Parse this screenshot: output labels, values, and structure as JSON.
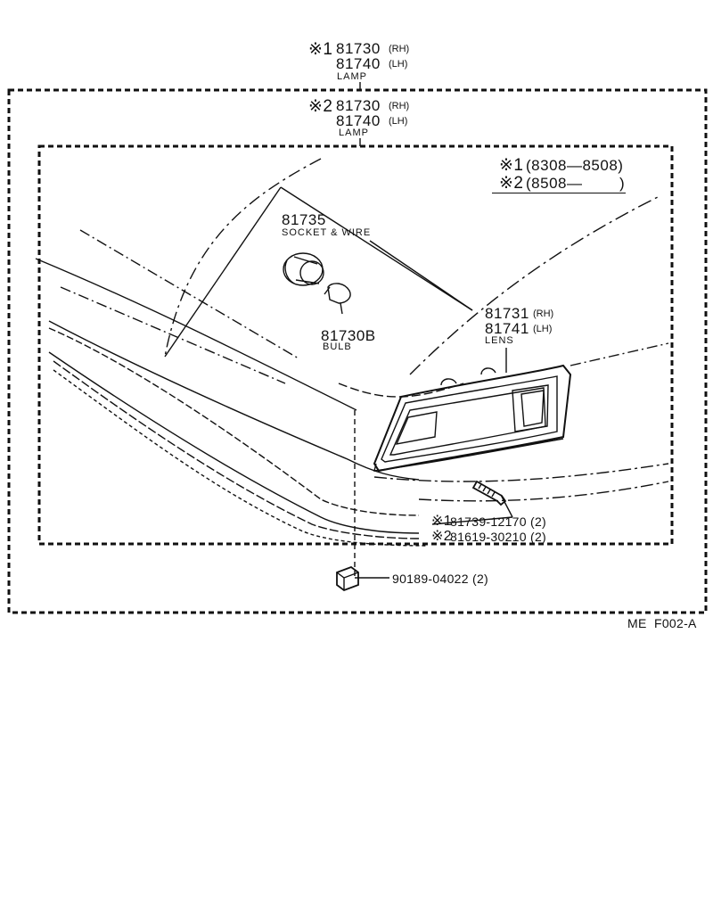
{
  "header": {
    "mark1": "※1",
    "mark2": "※2",
    "lamp_rh_num": "81730",
    "lamp_rh_side": "(RH)",
    "lamp_lh_num": "81740",
    "lamp_lh_side": "(LH)",
    "lamp_name": "LAMP"
  },
  "legend": {
    "row1_mark": "※1",
    "row1_range": "(8308—8508)",
    "row2_mark": "※2",
    "row2_range": "(8508—",
    "row2_close": ")"
  },
  "parts": {
    "socket_num": "81735",
    "socket_name": "SOCKET & WIRE",
    "bulb_num": "81730B",
    "bulb_name": "BULB",
    "lens_rh_num": "81731",
    "lens_rh_side": "(RH)",
    "lens_lh_num": "81741",
    "lens_lh_side": "(LH)",
    "lens_name": "LENS",
    "screw1_mark": "※1",
    "screw1_num": "81739-12170 (2)",
    "screw2_mark": "※2",
    "screw2_num": "81619-30210 (2)",
    "nut_num": "90189-04022 (2)"
  },
  "footer": {
    "code": "ME  F002-A"
  }
}
